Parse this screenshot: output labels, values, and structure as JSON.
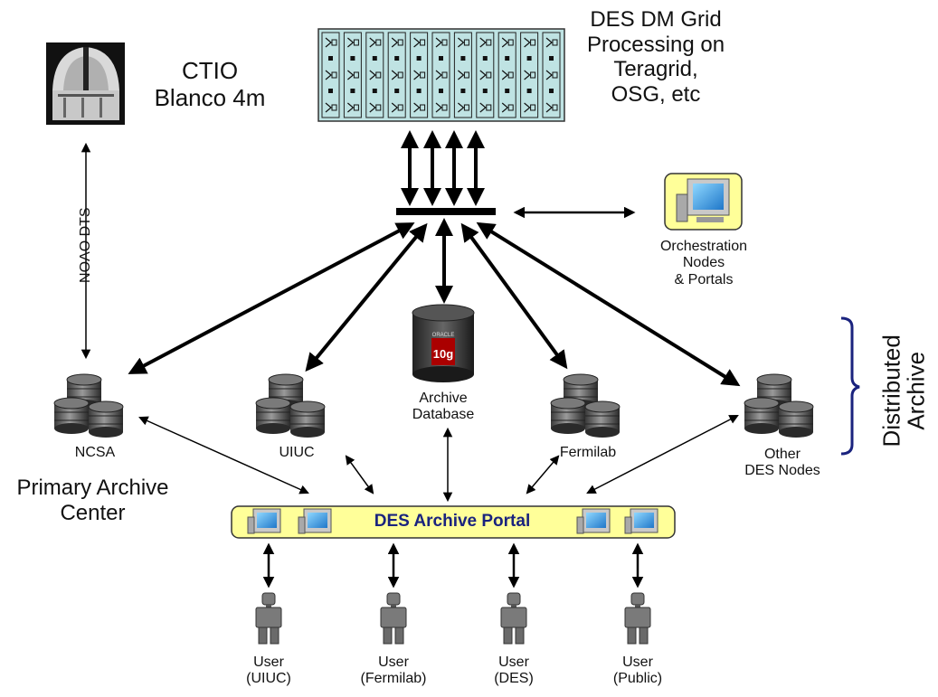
{
  "grid": {
    "title_lines": [
      "DES DM Grid",
      "Processing on",
      "Teragrid,",
      "OSG, etc"
    ],
    "rack_color": "#bfe3e3"
  },
  "telescope": {
    "title_lines": [
      "CTIO",
      "Blanco 4m"
    ],
    "link_label": "NOAO DTS"
  },
  "orchestration": {
    "label_lines": [
      "Orchestration",
      "Nodes",
      "& Portals"
    ]
  },
  "database": {
    "label_lines": [
      "Archive",
      "Database"
    ],
    "brand_text": "ORACLE",
    "version_text": "10g"
  },
  "nodes": [
    {
      "id": "ncsa",
      "label_lines": [
        "NCSA"
      ]
    },
    {
      "id": "uiuc",
      "label_lines": [
        "UIUC"
      ]
    },
    {
      "id": "fermilab",
      "label_lines": [
        "Fermilab"
      ]
    },
    {
      "id": "other",
      "label_lines": [
        "Other",
        "DES Nodes"
      ]
    }
  ],
  "primary_archive": {
    "label_lines": [
      "Primary Archive",
      "Center"
    ]
  },
  "distributed_archive": {
    "label_lines": [
      "Distributed",
      "Archive"
    ]
  },
  "portal": {
    "title": "DES Archive Portal",
    "bar_color": "#ffff99"
  },
  "users": [
    {
      "id": "uiuc",
      "label_lines": [
        "User",
        "(UIUC)"
      ]
    },
    {
      "id": "fermilab",
      "label_lines": [
        "User",
        "(Fermilab)"
      ]
    },
    {
      "id": "des",
      "label_lines": [
        "User",
        "(DES)"
      ]
    },
    {
      "id": "public",
      "label_lines": [
        "User",
        "(Public)"
      ]
    }
  ]
}
